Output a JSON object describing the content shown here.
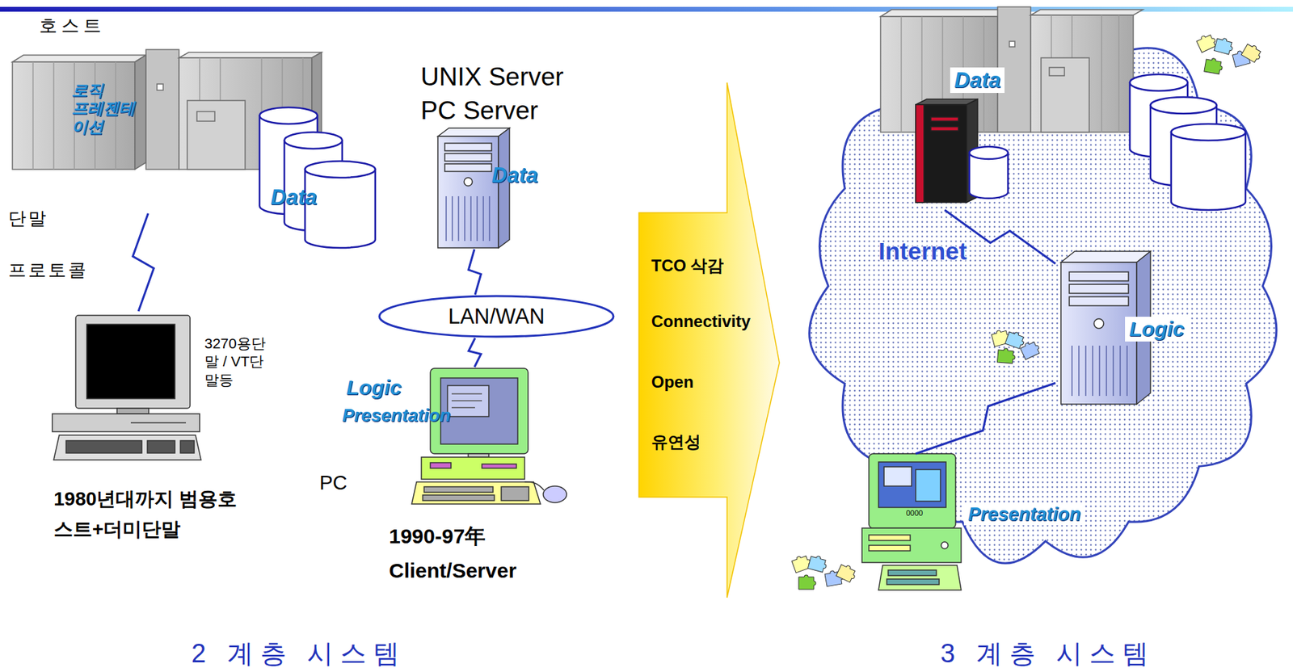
{
  "diagram": {
    "nodes": [
      {
        "text": [
          "호스트",
          "로직 프레젠테 이션",
          "Data"
        ]
      },
      {
        "text": [
          "3270용단 말 / VT단 말등"
        ]
      },
      {
        "text": [
          "UNIX Server PC Server",
          "Data"
        ]
      },
      {
        "text": [
          "LAN/WAN"
        ]
      },
      {
        "text": [
          "Logic",
          "Presentation"
        ]
      },
      {
        "text": [
          "TCO 삭감",
          "Connectivity",
          "Open",
          "유연성"
        ]
      },
      {
        "text": [
          "Internet"
        ]
      },
      {
        "text": [
          "Data"
        ],
        "in": 6
      },
      {
        "text": [
          "Logic"
        ],
        "in": 6
      },
      {
        "text": [
          "Presentation"
        ],
        "in": 6
      }
    ],
    "edges": [
      {
        "from": 0,
        "to": 1,
        "arrow": "none",
        "label": "단말 프로토콜"
      },
      {
        "from": 2,
        "to": 3,
        "arrow": "none"
      },
      {
        "from": 3,
        "to": 4,
        "arrow": "none"
      },
      {
        "from": 7,
        "to": 8,
        "arrow": "none"
      },
      {
        "from": 8,
        "to": 9,
        "arrow": "none"
      }
    ],
    "labels": [
      "1980년대까지 범용호 스트+더미단말",
      "PC",
      "1990-97年 Client/Server",
      "2 계층 시스템",
      "3 계층 시스템",
      "0000"
    ]
  }
}
